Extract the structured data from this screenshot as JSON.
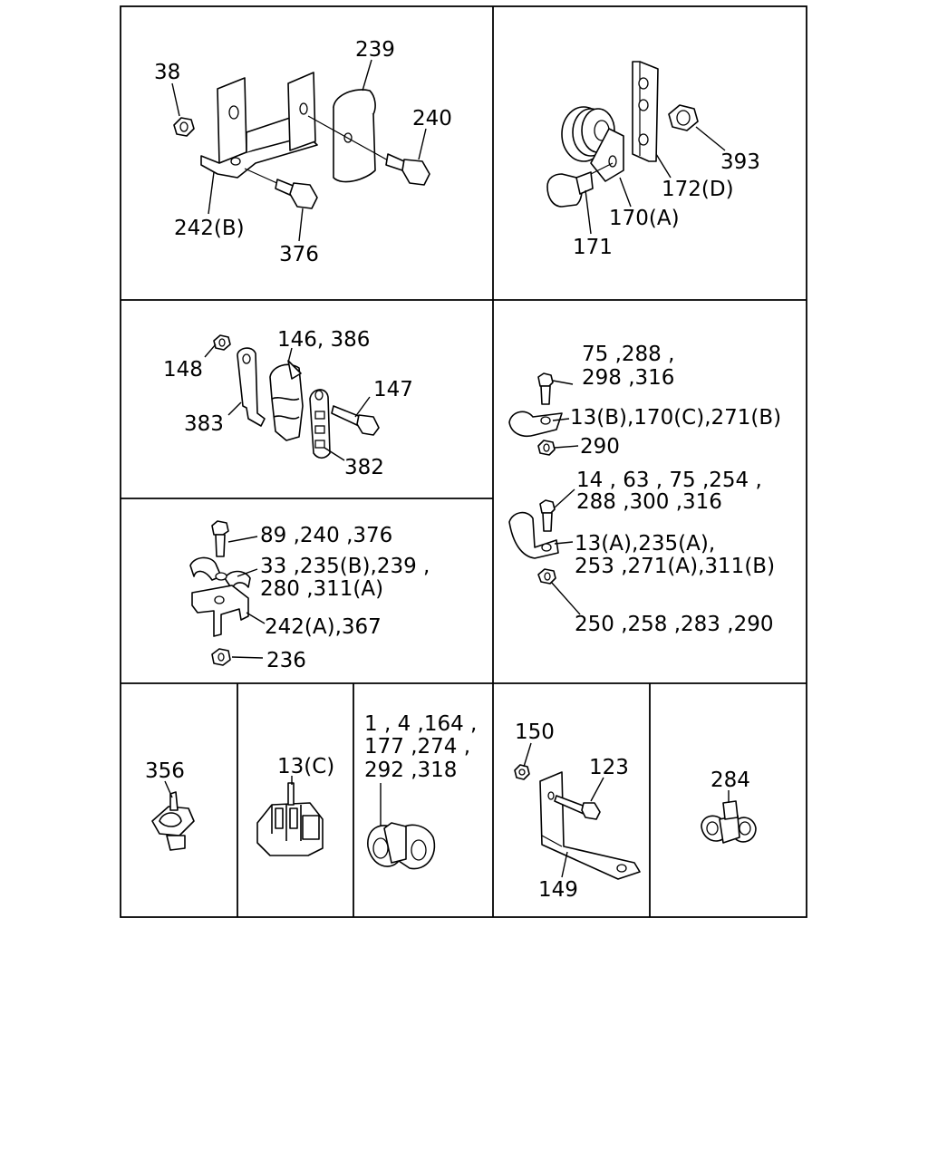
{
  "labels": {
    "p1": {
      "l38": "38",
      "l239": "239",
      "l240": "240",
      "l242b": "242(B)",
      "l376": "376"
    },
    "p2": {
      "l393": "393",
      "l172d": "172(D)",
      "l170a": "170(A)",
      "l171": "171"
    },
    "p3": {
      "l146_386": "146, 386",
      "l148": "148",
      "l147": "147",
      "l383": "383",
      "l382": "382"
    },
    "p4": {
      "l75_a": "75 ,288 ,",
      "l75_b": "298 ,316",
      "l13b": "13(B),170(C),271(B)",
      "l290": "290",
      "l14_a": "14 , 63 , 75 ,254 ,",
      "l14_b": "288 ,300 ,316",
      "l13a_a": "13(A),235(A),",
      "l13a_b": "253 ,271(A),311(B)",
      "l250": "250 ,258 ,283 ,290"
    },
    "p5": {
      "l89": "89 ,240 ,376",
      "l33_a": "33 ,235(B),239 ,",
      "l33_b": "280 ,311(A)",
      "l242a": "242(A),367",
      "l236": "236"
    },
    "p6": {
      "l356": "356"
    },
    "p7": {
      "l13c": "13(C)"
    },
    "p8": {
      "l1_a": "1 , 4 ,164 ,",
      "l1_b": "177 ,274 ,",
      "l1_c": "292 ,318"
    },
    "p9": {
      "l150": "150",
      "l123": "123",
      "l149": "149"
    },
    "p10": {
      "l284": "284"
    }
  }
}
